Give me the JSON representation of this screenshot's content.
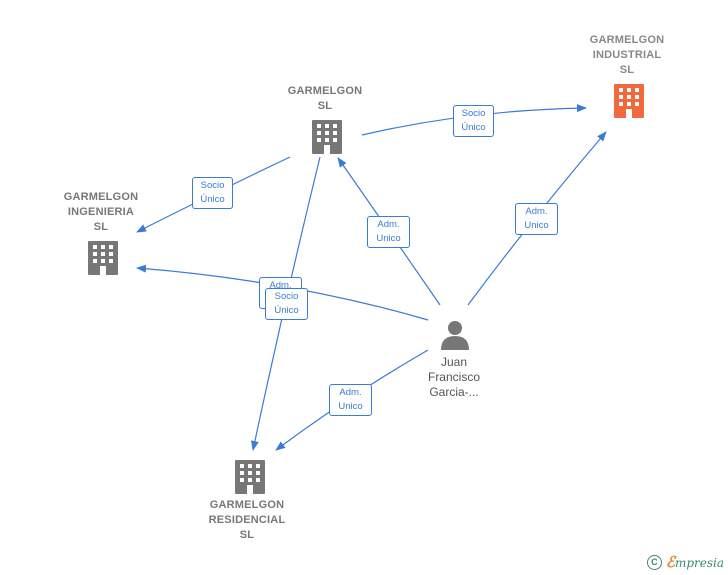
{
  "nodes": {
    "garmelgon_sl": {
      "label": "GARMELGON\nSL",
      "icon": "building-icon",
      "color": "#777777"
    },
    "garmelgon_industrial": {
      "label": "GARMELGON\nINDUSTRIAL\nSL",
      "icon": "building-icon",
      "color": "#f26a3c"
    },
    "garmelgon_ingenieria": {
      "label": "GARMELGON\nINGENIERIA\nSL",
      "icon": "building-icon",
      "color": "#777777"
    },
    "garmelgon_residencial": {
      "label": "GARMELGON\nRESIDENCIAL\nSL",
      "icon": "building-icon",
      "color": "#777777"
    },
    "person": {
      "label": "Juan\nFrancisco\nGarcia-...",
      "icon": "person-icon",
      "color": "#777777"
    }
  },
  "edges": {
    "sl_to_industrial": "Socio\nÚnico",
    "sl_to_ingenieria": "Socio\nÚnico",
    "person_to_sl": "Adm.\nUnico",
    "person_to_industrial": "Adm.\nUnico",
    "person_to_ingenieria_back": "Adm.\nUnico",
    "sl_to_residencial": "Socio\nÚnico",
    "person_to_residencial": "Adm.\nUnico"
  },
  "colors": {
    "edge": "#3a7bd5",
    "accent": "#f26a3c"
  },
  "footer": {
    "copyright_icon": "copyright-icon",
    "brand_initial": "ℰ",
    "brand_rest": "mpresia"
  }
}
